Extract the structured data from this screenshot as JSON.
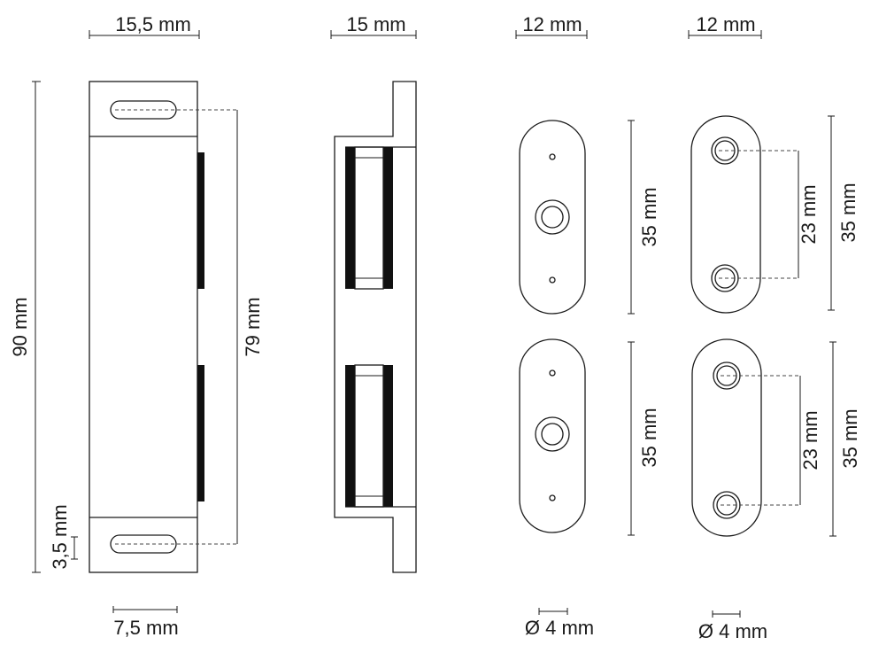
{
  "front_view": {
    "width_label": "15,5 mm",
    "height_label": "90 mm",
    "hole_spacing_label": "79 mm",
    "slot_offset_label": "3,5 mm",
    "slot_width_label": "7,5 mm"
  },
  "side_view": {
    "depth_label": "15 mm"
  },
  "plate_a": {
    "width_label": "12 mm",
    "length_top_label": "35 mm",
    "length_bottom_label": "35 mm",
    "hole_label": "Ø 4 mm"
  },
  "plate_b": {
    "width_label": "12 mm",
    "length_top_label": "35 mm",
    "length_bottom_label": "35 mm",
    "hole_spacing_top_label": "23 mm",
    "hole_spacing_bottom_label": "23 mm",
    "hole_label": "Ø 4 mm"
  }
}
